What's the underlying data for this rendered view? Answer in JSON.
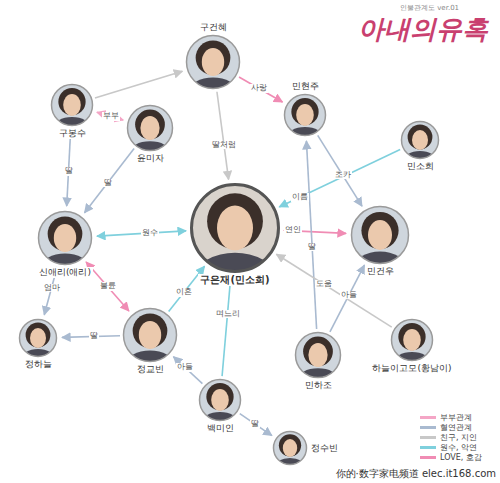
{
  "diagram": {
    "title": "아내의유혹",
    "nodes": [
      {
        "text": [
          "구건혜"
        ]
      },
      {
        "text": [
          "구봉수"
        ]
      },
      {
        "text": [
          "윤미자"
        ]
      },
      {
        "text": [
          "민현주"
        ]
      },
      {
        "text": [
          "민소희"
        ]
      },
      {
        "text": [
          "구은재(민소희)"
        ]
      },
      {
        "text": [
          "신애리(애리)"
        ]
      },
      {
        "text": [
          "민건우"
        ]
      },
      {
        "text": [
          "정하늘"
        ]
      },
      {
        "text": [
          "정교빈"
        ]
      },
      {
        "text": [
          "민하조"
        ]
      },
      {
        "text": [
          "백미인"
        ]
      },
      {
        "text": [
          "정수빈"
        ]
      },
      {
        "text": [
          "하늘이고모(황남이)"
        ]
      }
    ],
    "edges": [
      {
        "from": 0,
        "to": 5,
        "arrow": "to",
        "label": "딸처럼"
      },
      {
        "from": 1,
        "to": 2,
        "arrow": "both",
        "label": "부부"
      },
      {
        "from": 1,
        "to": 6,
        "arrow": "to",
        "label": "딸"
      },
      {
        "from": 2,
        "to": 6,
        "arrow": "to",
        "label": "딸"
      },
      {
        "from": 6,
        "to": 5,
        "arrow": "both",
        "label": "원수"
      },
      {
        "from": 9,
        "to": 5,
        "arrow": "to",
        "label": "이혼"
      },
      {
        "from": 9,
        "to": 6,
        "arrow": "both",
        "label": "불륜"
      },
      {
        "from": 5,
        "to": 7,
        "arrow": "both",
        "label": "연인"
      },
      {
        "from": 3,
        "to": 7,
        "arrow": "to",
        "label": "조카"
      },
      {
        "from": 4,
        "to": 5,
        "arrow": "to",
        "label": "이름"
      },
      {
        "from": 10,
        "to": 7,
        "arrow": "to",
        "label": "아들"
      },
      {
        "from": 10,
        "to": 3,
        "arrow": "to",
        "label": "딸"
      },
      {
        "from": 11,
        "to": 9,
        "arrow": "to",
        "label": "아들"
      },
      {
        "from": 11,
        "to": 12,
        "arrow": "to",
        "label": "딸"
      },
      {
        "from": 9,
        "to": 8,
        "arrow": "to",
        "label": "딸"
      },
      {
        "from": 6,
        "to": 8,
        "arrow": "to",
        "label": "엄마"
      },
      {
        "from": 13,
        "to": 5,
        "arrow": "to",
        "label": "도움"
      },
      {
        "from": 0,
        "to": 3,
        "arrow": "to",
        "label": "사랑"
      },
      {
        "from": 11,
        "to": 5,
        "arrow": "to",
        "label": "며느리"
      },
      {
        "from": 1,
        "to": 0,
        "arrow": "to"
      }
    ],
    "labels": [
      "인물관계도 ver.01",
      "你的·数字家电频道 elec.it168.com"
    ],
    "legend": [
      {
        "text": "부부관계",
        "color": "#f4a6c6"
      },
      {
        "text": "혈연관계",
        "color": "#a9bad0"
      },
      {
        "text": "친구, 지인",
        "color": "#c8c8c8"
      },
      {
        "text": "원수, 악연",
        "color": "#7fd0dd"
      },
      {
        "text": "LOVE, 호감",
        "color": "#f08cb4"
      }
    ]
  }
}
